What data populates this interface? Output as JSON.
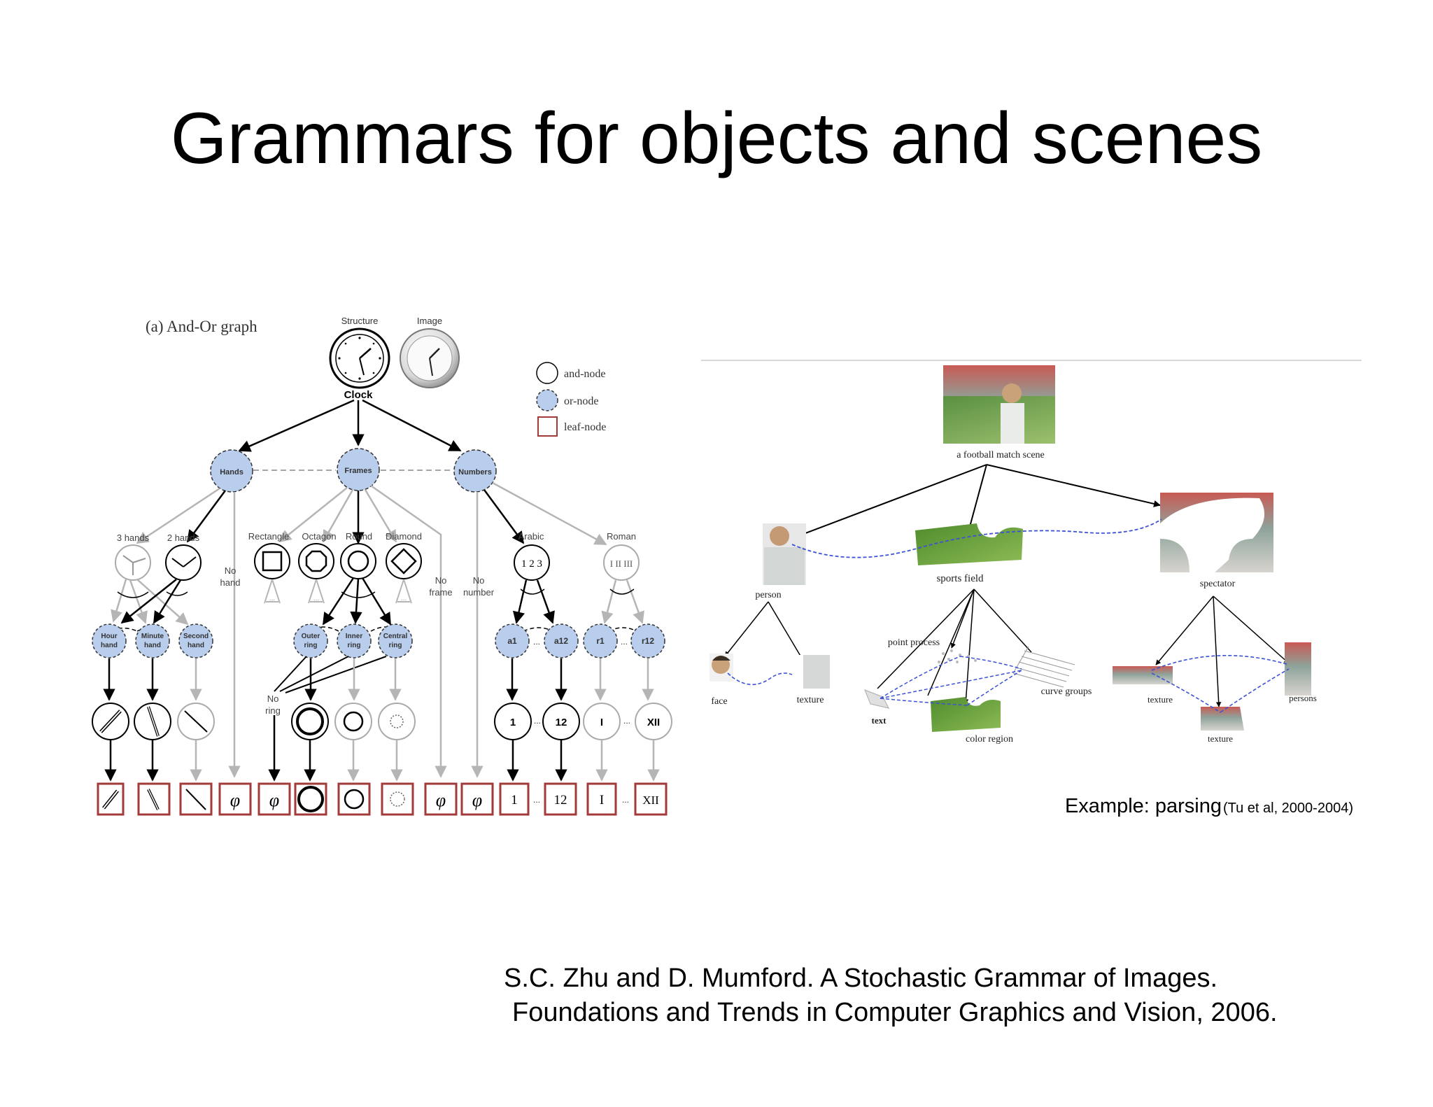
{
  "slide": {
    "title": "Grammars for objects and scenes",
    "citation_line1": "S.C. Zhu and D. Mumford. A Stochastic Grammar of Images.",
    "citation_line2": "Foundations and Trends in Computer Graphics and Vision, 2006."
  },
  "left_figure": {
    "caption": "(a) And-Or graph",
    "structure_label": "Structure",
    "image_label": "Image",
    "root_label": "Clock",
    "legend": {
      "and": "and-node",
      "or": "or-node",
      "leaf": "leaf-node"
    },
    "or_level1": [
      "Hands",
      "Frames",
      "Numbers"
    ],
    "hands_options": [
      "3 hands",
      "2 hands",
      "No hand"
    ],
    "frame_options": [
      "Rectangle",
      "Octagon",
      "Round",
      "Diamond",
      "No frame"
    ],
    "number_options": [
      "No number",
      "Arabic",
      "Roman"
    ],
    "hand_parts": [
      "Hour hand",
      "Minute hand",
      "Second hand"
    ],
    "ring_parts": [
      "Outer ring",
      "Inner ring",
      "Central ring"
    ],
    "no_ring": "No ring",
    "arabic_parts": [
      "a1",
      "a12"
    ],
    "roman_parts": [
      "r1",
      "r12"
    ],
    "number_terms": [
      "1",
      "12",
      "I",
      "XII"
    ],
    "ellipsis": "...",
    "phi": "φ",
    "colors": {
      "or_fill": "#b9cdec",
      "leaf_border": "#a33a3a",
      "gray_edge": "#b5b5b5",
      "black_edge": "#000000",
      "blue_edge": "#3b52d6"
    }
  },
  "right_figure": {
    "root_label": "a football match scene",
    "level1": [
      "person",
      "sports field",
      "spectator"
    ],
    "person_parts": [
      "face",
      "texture"
    ],
    "field_parts": [
      "point process",
      "curve groups",
      "color region",
      "text"
    ],
    "spectator_parts": [
      "texture",
      "persons",
      "texture"
    ],
    "example_label": "Example: parsing",
    "example_ref": "(Tu et al, 2000-2004)"
  }
}
